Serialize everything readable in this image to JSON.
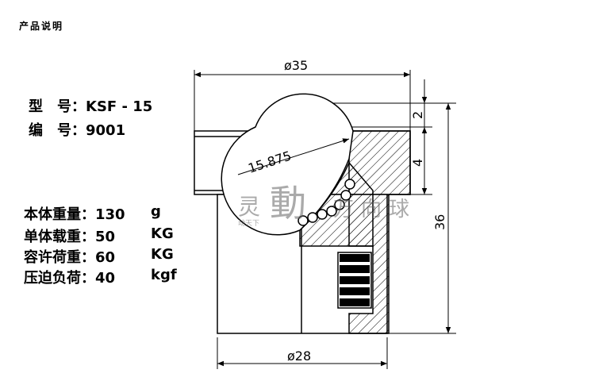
{
  "header": "产品说明",
  "model": {
    "label": "型　号：",
    "value": "KSF - 15"
  },
  "number": {
    "label": "编　号：",
    "value": "9001"
  },
  "specs": [
    {
      "label": "本体重量：",
      "value": "130",
      "unit": "g"
    },
    {
      "label": "单体载重：",
      "value": "50",
      "unit": "KG"
    },
    {
      "label": "容许荷重：",
      "value": "60",
      "unit": "KG"
    },
    {
      "label": "压迫负荷：",
      "value": "40",
      "unit": "kgf"
    }
  ],
  "dimensions": {
    "top_width": "ø35",
    "bottom_width": "ø28",
    "ball_radius": "15.875",
    "top_gap": "2",
    "upper_section": "4",
    "height": "36"
  },
  "watermark": {
    "chars": [
      "灵",
      "動",
      "万",
      "向",
      "球"
    ],
    "small": "动天下"
  }
}
